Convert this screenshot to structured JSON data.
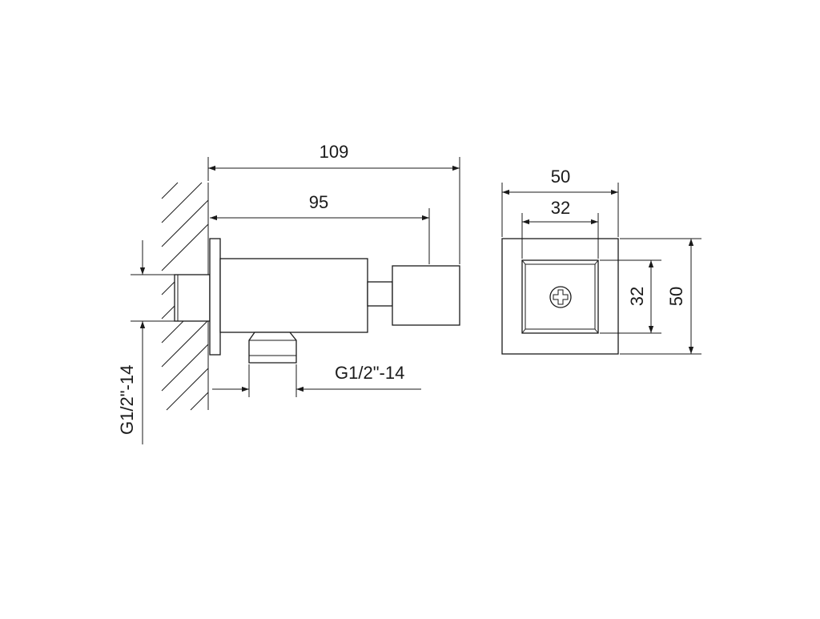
{
  "side_view": {
    "dim_overall_length": "109",
    "dim_body_length": "95",
    "dim_outlet_thread": "G1/2\"-14",
    "dim_inlet_thread": "G1/2\"-14"
  },
  "front_view": {
    "dim_plate_width": "50",
    "dim_face_width": "32",
    "dim_face_height": "32",
    "dim_plate_height": "50"
  }
}
